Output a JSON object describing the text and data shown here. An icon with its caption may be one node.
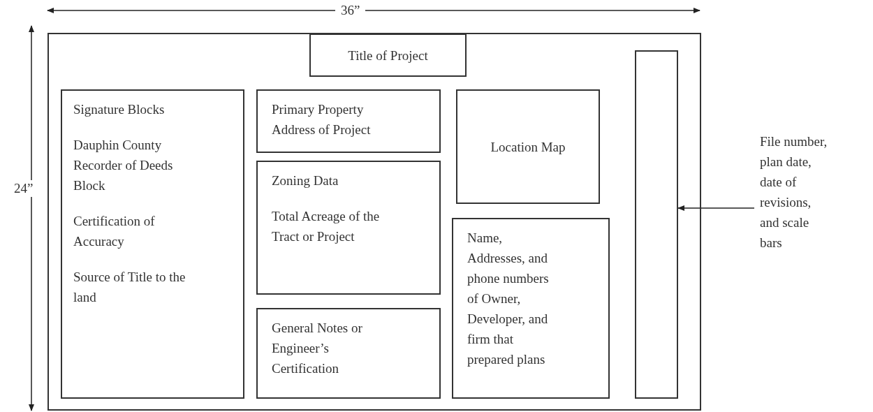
{
  "diagram": {
    "nodes": [
      {
        "text": [],
        "shape": "box"
      },
      {
        "text": [
          "Title of Project"
        ],
        "in": 0
      },
      {
        "text": [
          "Signature Blocks",
          "Dauphin County Recorder of Deeds Block",
          "Certification of Accuracy",
          "Source of Title to the land"
        ],
        "in": 0
      },
      {
        "text": [
          "Primary Property Address of Project"
        ],
        "in": 0
      },
      {
        "text": [
          "Zoning Data",
          "Total Acreage of the Tract or Project"
        ],
        "in": 0
      },
      {
        "text": [
          "General Notes or Engineer’s Certification"
        ],
        "in": 0
      },
      {
        "text": [
          "Location Map"
        ],
        "in": 0
      },
      {
        "text": [
          "Name, Addresses, and phone numbers of Owner, Developer, and firm that prepared plans"
        ],
        "in": 0
      },
      {
        "text": [],
        "shape": "box",
        "in": 0
      },
      {
        "text": [
          "File number, plan date, date of revisions, and scale bars"
        ]
      }
    ],
    "edges": [
      {
        "from": 9,
        "to": 8,
        "arrow": "to"
      }
    ],
    "labels": [
      "36”",
      "24”"
    ]
  }
}
